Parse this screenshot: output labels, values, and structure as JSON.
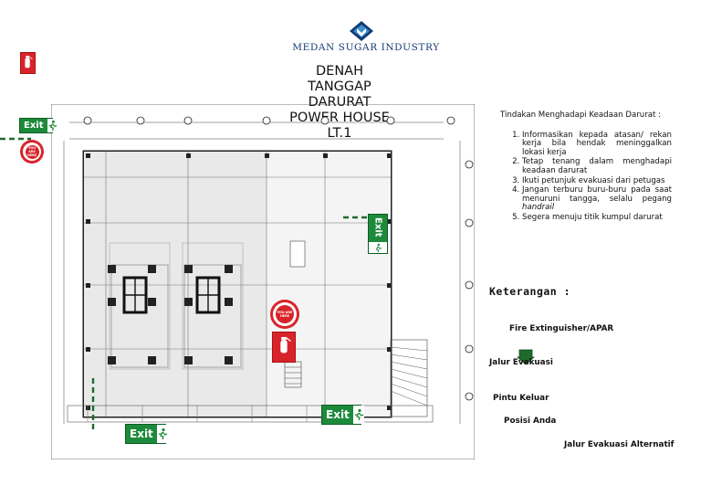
{
  "header": {
    "brand": "MEDAN SUGAR INDUSTRY",
    "title": "DENAH TANGGAP DARURAT POWER HOUSE LT.1"
  },
  "procedures": {
    "heading": "Tindakan Menghadapi Keadaan Darurat  :",
    "items": [
      "Informasikan kepada atasan/ rekan kerja bila hendak meninggalkan lokasi kerja",
      "Tetap tenang dalam menghadapi keadaan darurat",
      "Ikuti petunjuk evakuasi dari petugas",
      "Jangan terburu buru-buru pada saat menuruni tangga, selalu pegang ",
      "Segera menuju titik kumpul darurat"
    ],
    "item4_emphasis": "handrail"
  },
  "legend": {
    "title": "Keterangan  :",
    "fire_extinguisher": "Fire Extinguisher/APAR",
    "evacuation_route": "Jalur Evakuasi",
    "exit_door": "Pintu Keluar",
    "you_are_here": "Posisi Anda",
    "alternative_route": "Jalur Evakuasi Alternatif"
  },
  "signs": {
    "exit": "Exit",
    "you_here": "YOU ARE HERE",
    "fire_ext": "FIRE EXTINGUISHER"
  },
  "colors": {
    "exit_green": "#1d8a3b",
    "fire_red": "#d9232a",
    "brand_blue": "#123b73",
    "route_green": "#1e6b2b"
  },
  "icons": {
    "logo": "diamond-m-logo-icon",
    "exit": "running-man-exit-icon",
    "extinguisher": "fire-extinguisher-icon",
    "position": "you-are-here-icon",
    "route_arrow": "green-arrow-down-icon"
  }
}
